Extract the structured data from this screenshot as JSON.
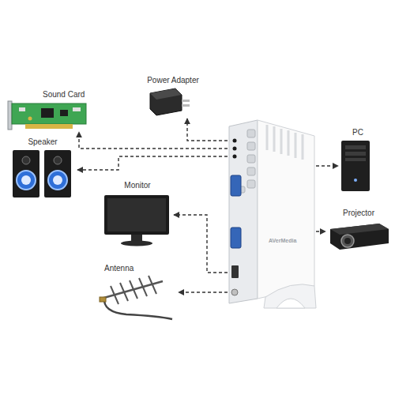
{
  "diagram": {
    "nodes": [
      {
        "text": [
          "Power Adapter"
        ]
      },
      {
        "text": [
          "Sound Card"
        ]
      },
      {
        "text": [
          "PC"
        ]
      },
      {
        "text": [
          "Speaker"
        ]
      },
      {
        "text": [
          "AVerMedia"
        ]
      },
      {
        "text": [
          "Monitor"
        ]
      },
      {
        "text": [
          "Projector"
        ]
      },
      {
        "text": [
          "Antenna"
        ]
      }
    ],
    "edges": [
      {
        "from": 4,
        "to": 0,
        "arrow": "to"
      },
      {
        "from": 4,
        "to": 1,
        "arrow": "to"
      },
      {
        "from": 4,
        "to": 2,
        "arrow": "to"
      },
      {
        "from": 4,
        "to": 3,
        "arrow": "to"
      },
      {
        "from": 4,
        "to": 5,
        "arrow": "to"
      },
      {
        "from": 4,
        "to": 6,
        "arrow": "to"
      },
      {
        "from": 4,
        "to": 7,
        "arrow": "to"
      }
    ]
  }
}
